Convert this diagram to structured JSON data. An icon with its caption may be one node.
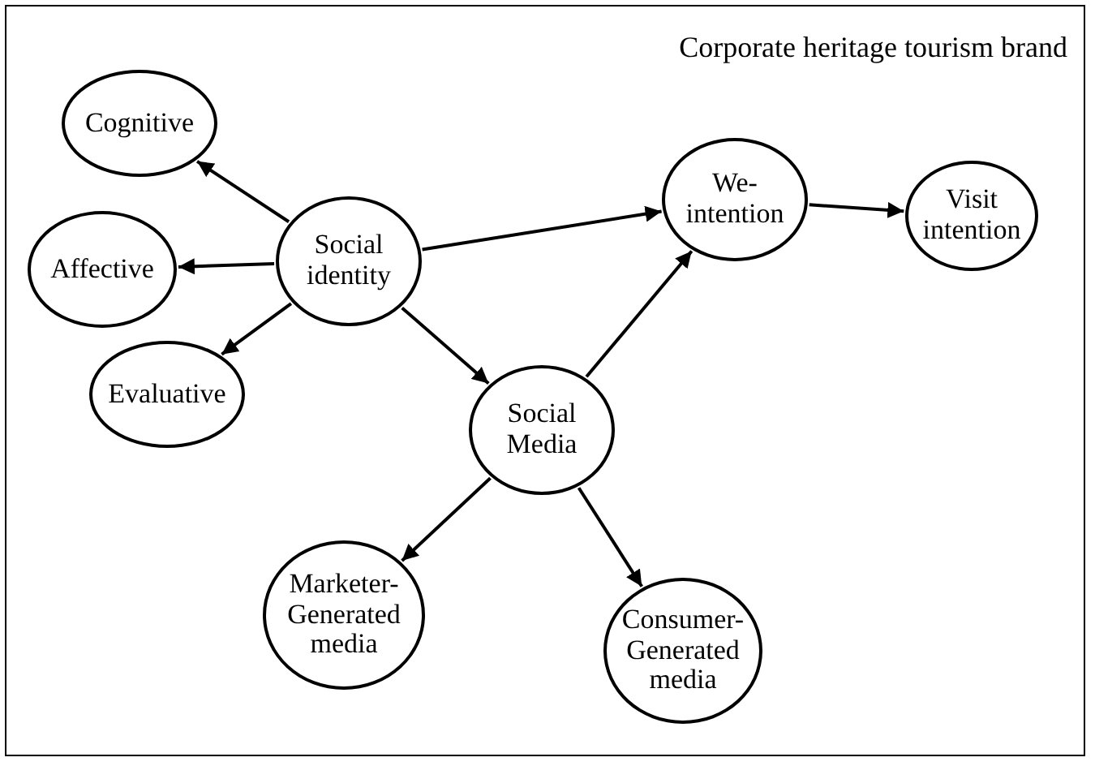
{
  "diagram": {
    "nodes": [
      {
        "text": [
          "Corporate heritage tourism brand"
        ]
      },
      {
        "text": [
          "Cognitive"
        ],
        "in": 0
      },
      {
        "text": [
          "Social identity"
        ],
        "in": 0
      },
      {
        "text": [
          "Affective"
        ],
        "in": 0
      },
      {
        "text": [
          "Evaluative"
        ],
        "in": 0
      },
      {
        "text": [
          "We-intention"
        ],
        "in": 0
      },
      {
        "text": [
          "Visit intention"
        ],
        "in": 0
      },
      {
        "text": [
          "Social Media"
        ],
        "in": 0
      },
      {
        "text": [
          "Marketer-Generated media"
        ],
        "in": 0
      },
      {
        "text": [
          "Consumer-Generated media"
        ],
        "in": 0
      }
    ],
    "edges": [
      {
        "from": 2,
        "to": 1,
        "arrow": "to"
      },
      {
        "from": 2,
        "to": 3,
        "arrow": "to"
      },
      {
        "from": 2,
        "to": 4,
        "arrow": "to"
      },
      {
        "from": 2,
        "to": 5,
        "arrow": "to"
      },
      {
        "from": 2,
        "to": 7,
        "arrow": "to"
      },
      {
        "from": 7,
        "to": 5,
        "arrow": "to"
      },
      {
        "from": 5,
        "to": 6,
        "arrow": "to"
      },
      {
        "from": 7,
        "to": 8,
        "arrow": "to"
      },
      {
        "from": 7,
        "to": 9,
        "arrow": "to"
      }
    ]
  }
}
